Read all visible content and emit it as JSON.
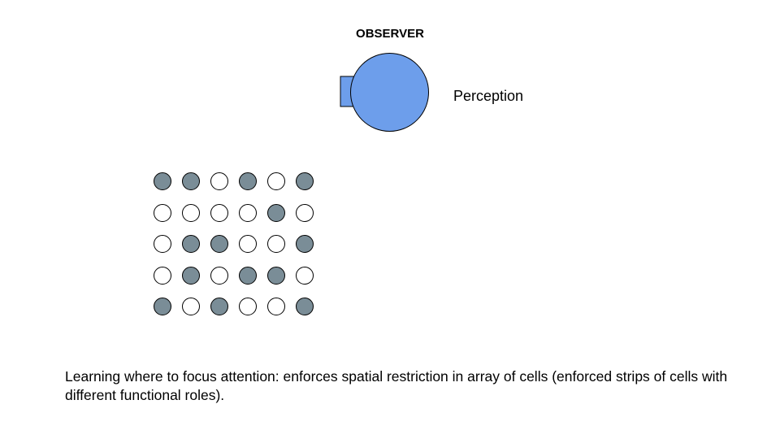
{
  "observer": {
    "title": "OBSERVER",
    "perception_label": "Perception",
    "head_color": "#6d9eeb",
    "eye_color": "#6d9eeb"
  },
  "cell_grid": {
    "filled_color": "#7a8d97",
    "empty_color": "#ffffff",
    "rows": [
      [
        1,
        1,
        0,
        1,
        0,
        1
      ],
      [
        0,
        0,
        0,
        0,
        1,
        0
      ],
      [
        0,
        1,
        1,
        0,
        0,
        1
      ],
      [
        0,
        1,
        0,
        1,
        1,
        0
      ],
      [
        1,
        0,
        1,
        0,
        0,
        1
      ]
    ]
  },
  "caption": "Learning where to focus attention: enforces spatial restriction in array of cells (enforced strips of cells with different functional roles)."
}
